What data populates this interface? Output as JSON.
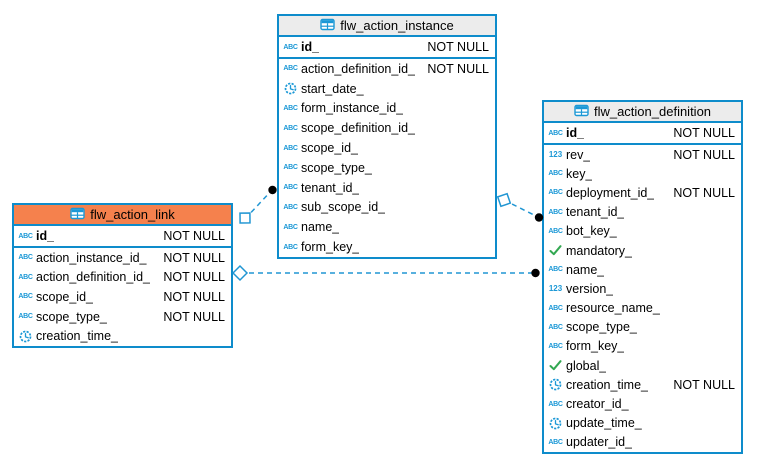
{
  "diagram": {
    "type": "entity-relationship",
    "colors": {
      "table_border": "#0e8ccb",
      "header_gray": "#ececec",
      "header_orange": "#f5814d",
      "icon_blue": "#1b98d6",
      "check_green": "#33a852",
      "relation_line": "#2196d3",
      "relation_dot": "#000000"
    },
    "tables": [
      {
        "name": "flw_action_instance",
        "header_bg": "#ececec",
        "primary_key": [
          {
            "type": "text",
            "name": "id_",
            "constraint": "NOT NULL"
          }
        ],
        "columns": [
          {
            "type": "text",
            "name": "action_definition_id_",
            "constraint": "NOT NULL"
          },
          {
            "type": "datetime",
            "name": "start_date_",
            "constraint": ""
          },
          {
            "type": "text",
            "name": "form_instance_id_",
            "constraint": ""
          },
          {
            "type": "text",
            "name": "scope_definition_id_",
            "constraint": ""
          },
          {
            "type": "text",
            "name": "scope_id_",
            "constraint": ""
          },
          {
            "type": "text",
            "name": "scope_type_",
            "constraint": ""
          },
          {
            "type": "text",
            "name": "tenant_id_",
            "constraint": ""
          },
          {
            "type": "text",
            "name": "sub_scope_id_",
            "constraint": ""
          },
          {
            "type": "text",
            "name": "name_",
            "constraint": ""
          },
          {
            "type": "text",
            "name": "form_key_",
            "constraint": ""
          }
        ]
      },
      {
        "name": "flw_action_link",
        "header_bg": "#f5814d",
        "primary_key": [
          {
            "type": "text",
            "name": "id_",
            "constraint": "NOT NULL"
          }
        ],
        "columns": [
          {
            "type": "text",
            "name": "action_instance_id_",
            "constraint": "NOT NULL"
          },
          {
            "type": "text",
            "name": "action_definition_id_",
            "constraint": "NOT NULL"
          },
          {
            "type": "text",
            "name": "scope_id_",
            "constraint": "NOT NULL"
          },
          {
            "type": "text",
            "name": "scope_type_",
            "constraint": "NOT NULL"
          },
          {
            "type": "datetime",
            "name": "creation_time_",
            "constraint": ""
          }
        ]
      },
      {
        "name": "flw_action_definition",
        "header_bg": "#ececec",
        "primary_key": [
          {
            "type": "text",
            "name": "id_",
            "constraint": "NOT NULL"
          }
        ],
        "columns": [
          {
            "type": "numeric",
            "name": "rev_",
            "constraint": "NOT NULL"
          },
          {
            "type": "text",
            "name": "key_",
            "constraint": ""
          },
          {
            "type": "text",
            "name": "deployment_id_",
            "constraint": "NOT NULL"
          },
          {
            "type": "text",
            "name": "tenant_id_",
            "constraint": ""
          },
          {
            "type": "text",
            "name": "bot_key_",
            "constraint": ""
          },
          {
            "type": "boolean",
            "name": "mandatory_",
            "constraint": ""
          },
          {
            "type": "text",
            "name": "name_",
            "constraint": ""
          },
          {
            "type": "numeric",
            "name": "version_",
            "constraint": ""
          },
          {
            "type": "text",
            "name": "resource_name_",
            "constraint": ""
          },
          {
            "type": "text",
            "name": "scope_type_",
            "constraint": ""
          },
          {
            "type": "text",
            "name": "form_key_",
            "constraint": ""
          },
          {
            "type": "boolean",
            "name": "global_",
            "constraint": ""
          },
          {
            "type": "datetime",
            "name": "creation_time_",
            "constraint": "NOT NULL"
          },
          {
            "type": "text",
            "name": "creator_id_",
            "constraint": ""
          },
          {
            "type": "datetime",
            "name": "update_time_",
            "constraint": ""
          },
          {
            "type": "text",
            "name": "updater_id_",
            "constraint": ""
          }
        ]
      }
    ],
    "relationships": [
      {
        "from": "flw_action_link",
        "to": "flw_action_instance"
      },
      {
        "from": "flw_action_instance",
        "to": "flw_action_definition"
      },
      {
        "from": "flw_action_link",
        "to": "flw_action_definition"
      }
    ]
  }
}
